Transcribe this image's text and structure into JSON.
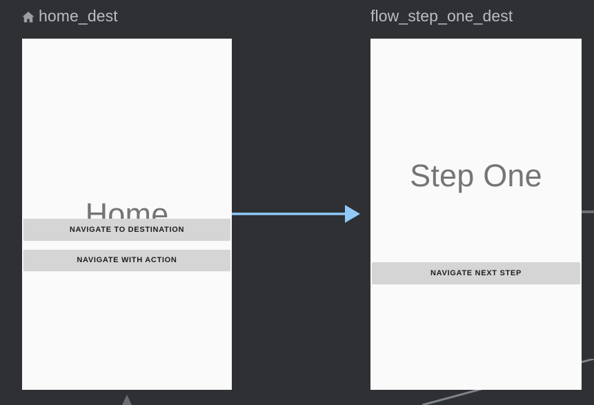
{
  "editor": {
    "name": "navigation-editor-design-surface",
    "background_color": "#2e3033"
  },
  "destinations": [
    {
      "id": "home_dest",
      "label": "home_dest",
      "icon": "home-icon",
      "is_start_destination": true,
      "screen_title": "Home",
      "buttons": [
        {
          "id": "navigate-to-destination",
          "label": "NAVIGATE TO DESTINATION"
        },
        {
          "id": "navigate-with-action",
          "label": "NAVIGATE WITH ACTION"
        }
      ]
    },
    {
      "id": "flow_step_one_dest",
      "label": "flow_step_one_dest",
      "icon": null,
      "is_start_destination": false,
      "screen_title": "Step One",
      "buttons": [
        {
          "id": "navigate-next-step",
          "label": "NAVIGATE NEXT STEP"
        }
      ]
    }
  ],
  "actions": [
    {
      "id": "action-home-to-flow-step-one",
      "from": "home_dest",
      "to": "flow_step_one_dest",
      "color": "#90caf9",
      "style": "solid-arrow"
    },
    {
      "id": "global-action-connector",
      "color": "#80848a",
      "style": "solid-line"
    },
    {
      "id": "incoming-arrow-home",
      "color": "#6b6e72",
      "style": "arrowhead"
    }
  ],
  "colors": {
    "surface_background": "#2e3033",
    "card_background": "#fafafa",
    "label_text": "#b9bdc2",
    "screen_title_text": "#757575",
    "button_background": "#d5d5d5",
    "button_text": "#1c1c1c",
    "action_arrow": "#90caf9",
    "dim_connector": "#80848a"
  }
}
